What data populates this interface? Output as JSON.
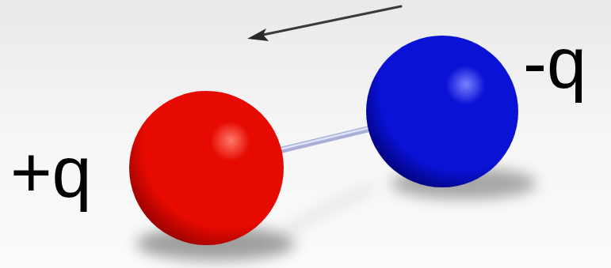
{
  "diagram": {
    "nodes": [
      {
        "text": [
          "+q"
        ]
      },
      {
        "text": [
          "-q"
        ]
      }
    ],
    "edges": [
      {
        "from": 0,
        "to": 1,
        "arrow": "none"
      }
    ]
  }
}
